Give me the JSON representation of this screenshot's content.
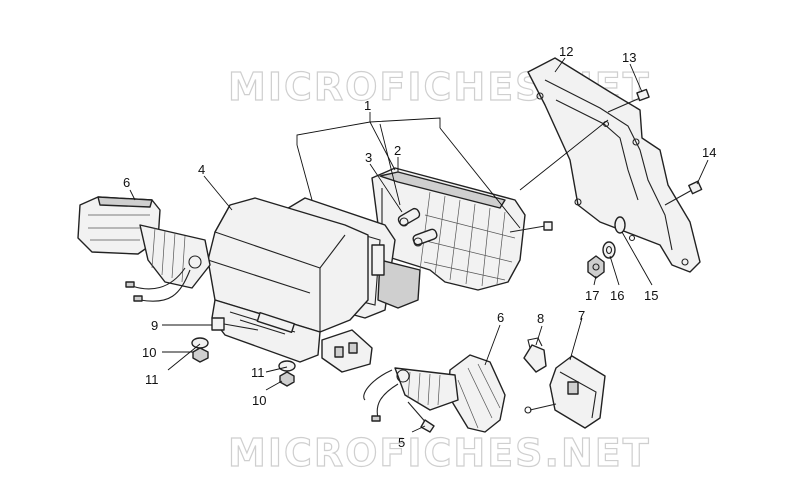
{
  "watermark": "MICROFICHES.NET",
  "callouts": [
    {
      "id": "1",
      "text": "1"
    },
    {
      "id": "2",
      "text": "2"
    },
    {
      "id": "3",
      "text": "3"
    },
    {
      "id": "4",
      "text": "4"
    },
    {
      "id": "5",
      "text": "5"
    },
    {
      "id": "6a",
      "text": "6"
    },
    {
      "id": "6b",
      "text": "6"
    },
    {
      "id": "7",
      "text": "7"
    },
    {
      "id": "8",
      "text": "8"
    },
    {
      "id": "9",
      "text": "9"
    },
    {
      "id": "10a",
      "text": "10"
    },
    {
      "id": "10b",
      "text": "10"
    },
    {
      "id": "11a",
      "text": "11"
    },
    {
      "id": "11b",
      "text": "11"
    },
    {
      "id": "12",
      "text": "12"
    },
    {
      "id": "13",
      "text": "13"
    },
    {
      "id": "14",
      "text": "14"
    },
    {
      "id": "15",
      "text": "15"
    },
    {
      "id": "16",
      "text": "16"
    },
    {
      "id": "17",
      "text": "17"
    }
  ]
}
